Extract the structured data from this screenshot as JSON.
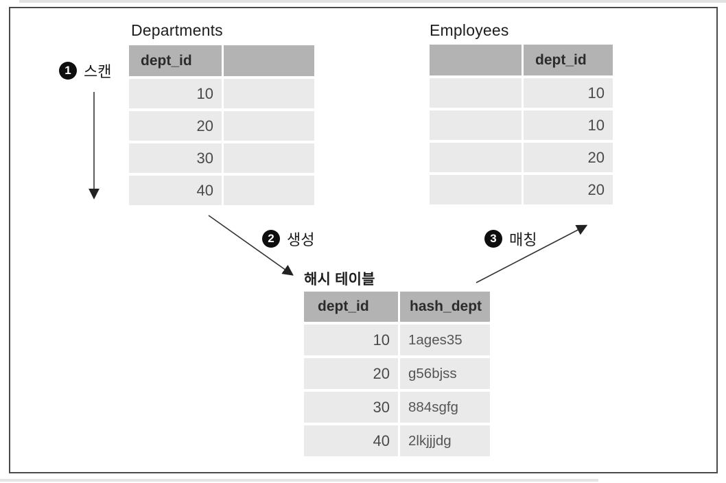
{
  "figure": {
    "description": "hash-join-diagram"
  },
  "colors": {
    "frame": "#4a4a4a",
    "header_bg": "#b3b3b3",
    "row_bg": "#eaeaea",
    "title_text": "#1d1d1d",
    "header_text": "#2b2b2b",
    "cell_text": "#4a4a4a",
    "arrow": "#333333",
    "badge_bg": "#0e0e0e",
    "badge_text": "#ffffff"
  },
  "tables": {
    "departments": {
      "title": "Departments",
      "columns": [
        "dept_id",
        ""
      ],
      "header_aligns": [
        "left",
        "left"
      ],
      "aligns": [
        "right",
        "left"
      ],
      "rows": [
        [
          "10",
          ""
        ],
        [
          "20",
          ""
        ],
        [
          "30",
          ""
        ],
        [
          "40",
          ""
        ]
      ]
    },
    "employees": {
      "title": "Employees",
      "columns": [
        "",
        "dept_id"
      ],
      "header_aligns": [
        "left",
        "left"
      ],
      "aligns": [
        "left",
        "right"
      ],
      "rows": [
        [
          "",
          "10"
        ],
        [
          "",
          "10"
        ],
        [
          "",
          "20"
        ],
        [
          "",
          "20"
        ]
      ]
    },
    "hash_table": {
      "title": "해시 테이블",
      "columns": [
        "dept_id",
        "hash_dept"
      ],
      "header_aligns": [
        "left",
        "left"
      ],
      "aligns": [
        "right",
        "left"
      ],
      "rows": [
        [
          "10",
          "1ages35"
        ],
        [
          "20",
          "g56bjss"
        ],
        [
          "30",
          "884sgfg"
        ],
        [
          "40",
          "2lkjjjdg"
        ]
      ]
    }
  },
  "steps": [
    {
      "number": "1",
      "label": "스캔"
    },
    {
      "number": "2",
      "label": "생성"
    },
    {
      "number": "3",
      "label": "매칭"
    }
  ]
}
